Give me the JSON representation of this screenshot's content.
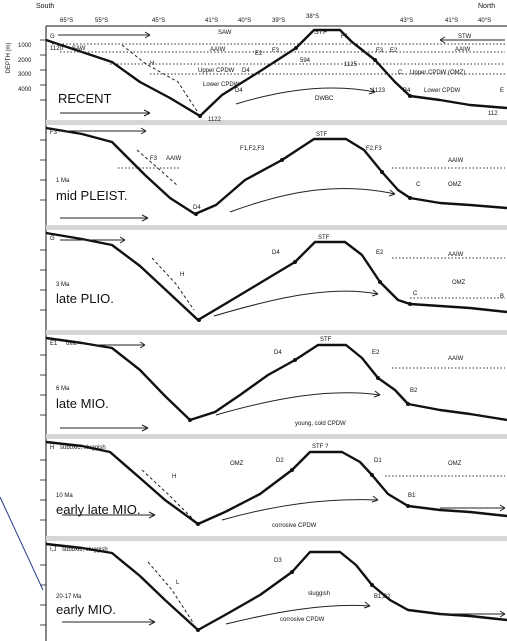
{
  "header": {
    "south_label": "South",
    "north_label": "North",
    "lat_ticks": [
      "65°S",
      "55°S",
      "45°S",
      "41°S",
      "40°S",
      "39°S",
      "38°S",
      "43°S",
      "41°S",
      "40°S"
    ],
    "axis_title": "DEPTH (m)",
    "depth_ticks": [
      "1000",
      "2000",
      "3000",
      "4000"
    ]
  },
  "panels": [
    {
      "age": "",
      "period": "RECENT",
      "labels": {
        "g_left": "G",
        "mass_1120": "1120",
        "saw_left": "SAW",
        "saw_top": "SAW",
        "stw": "STW",
        "stf": "STF",
        "f1": "F1",
        "aaiw_left": "AAIW",
        "aaiw_right": "AAIW",
        "e2_left": "E2",
        "f3_left": "F3",
        "f3_right": "F3",
        "e2_right": "E2",
        "h": "H",
        "upper_cpdw_left": "Upper CPDW",
        "d4_a": "D4",
        "site_594": "594",
        "site_1125": "1125",
        "c": "C",
        "upper_cpdw_right": "Upper CPDW (OMZ)",
        "lower_cpdw_left": "Lower CPDW",
        "d4_b": "D4",
        "dwbc": "DWBC",
        "site_1123": "1123",
        "b4": "B4",
        "lower_cpdw_right": "Lower CPDW",
        "e_right": "E",
        "site_1122": "1122",
        "site_112x": "112"
      }
    },
    {
      "age": "1 Ma",
      "period": "mid PLEIST.",
      "labels": {
        "f3_corner": "F3",
        "f3_slope": "F3",
        "aaiw_left": "AAIW",
        "f_left": "F1,F2,F3",
        "stf": "STF",
        "f_right": "F2,F3",
        "aaiw_right": "AAIW",
        "d4": "D4",
        "c": "C",
        "omz": "OMZ"
      }
    },
    {
      "age": "3 Ma",
      "period": "late PLIO.",
      "labels": {
        "g_corner": "G",
        "h": "H",
        "d4": "D4",
        "stf": "STF",
        "e2": "E2",
        "aaiw_right": "AAIW",
        "omz": "OMZ",
        "c": "C",
        "b_edge": "B"
      }
    },
    {
      "age": "6 Ma",
      "period": "late MIO.",
      "labels": {
        "e1_corner": "E1",
        "oxic": "oxic",
        "d4": "D4",
        "stf": "STF",
        "e2": "E2",
        "aaiw_right": "AAIW",
        "b2": "B2",
        "bottom_water": "young, cold CPDW"
      }
    },
    {
      "age": "10 Ma",
      "period": "early late MIO.",
      "labels": {
        "h_corner": "H",
        "suboxic": "suboxic, sluggish",
        "h_slope": "H",
        "omz_left": "OMZ",
        "d2": "D2",
        "stf": "STF ?",
        "d1": "D1",
        "omz_right": "OMZ",
        "b1": "B1",
        "bottom_water": "corrosive CPDW"
      }
    },
    {
      "age": "20-17 Ma",
      "period": "early MIO.",
      "labels": {
        "ij_corner": "I,J",
        "suboxic": "suboxic, sluggish",
        "l_slope": "L",
        "d3": "D3",
        "sluggish": "sluggish",
        "b12": "B1,B2",
        "bottom_water": "corrosive CPDW"
      }
    }
  ]
}
